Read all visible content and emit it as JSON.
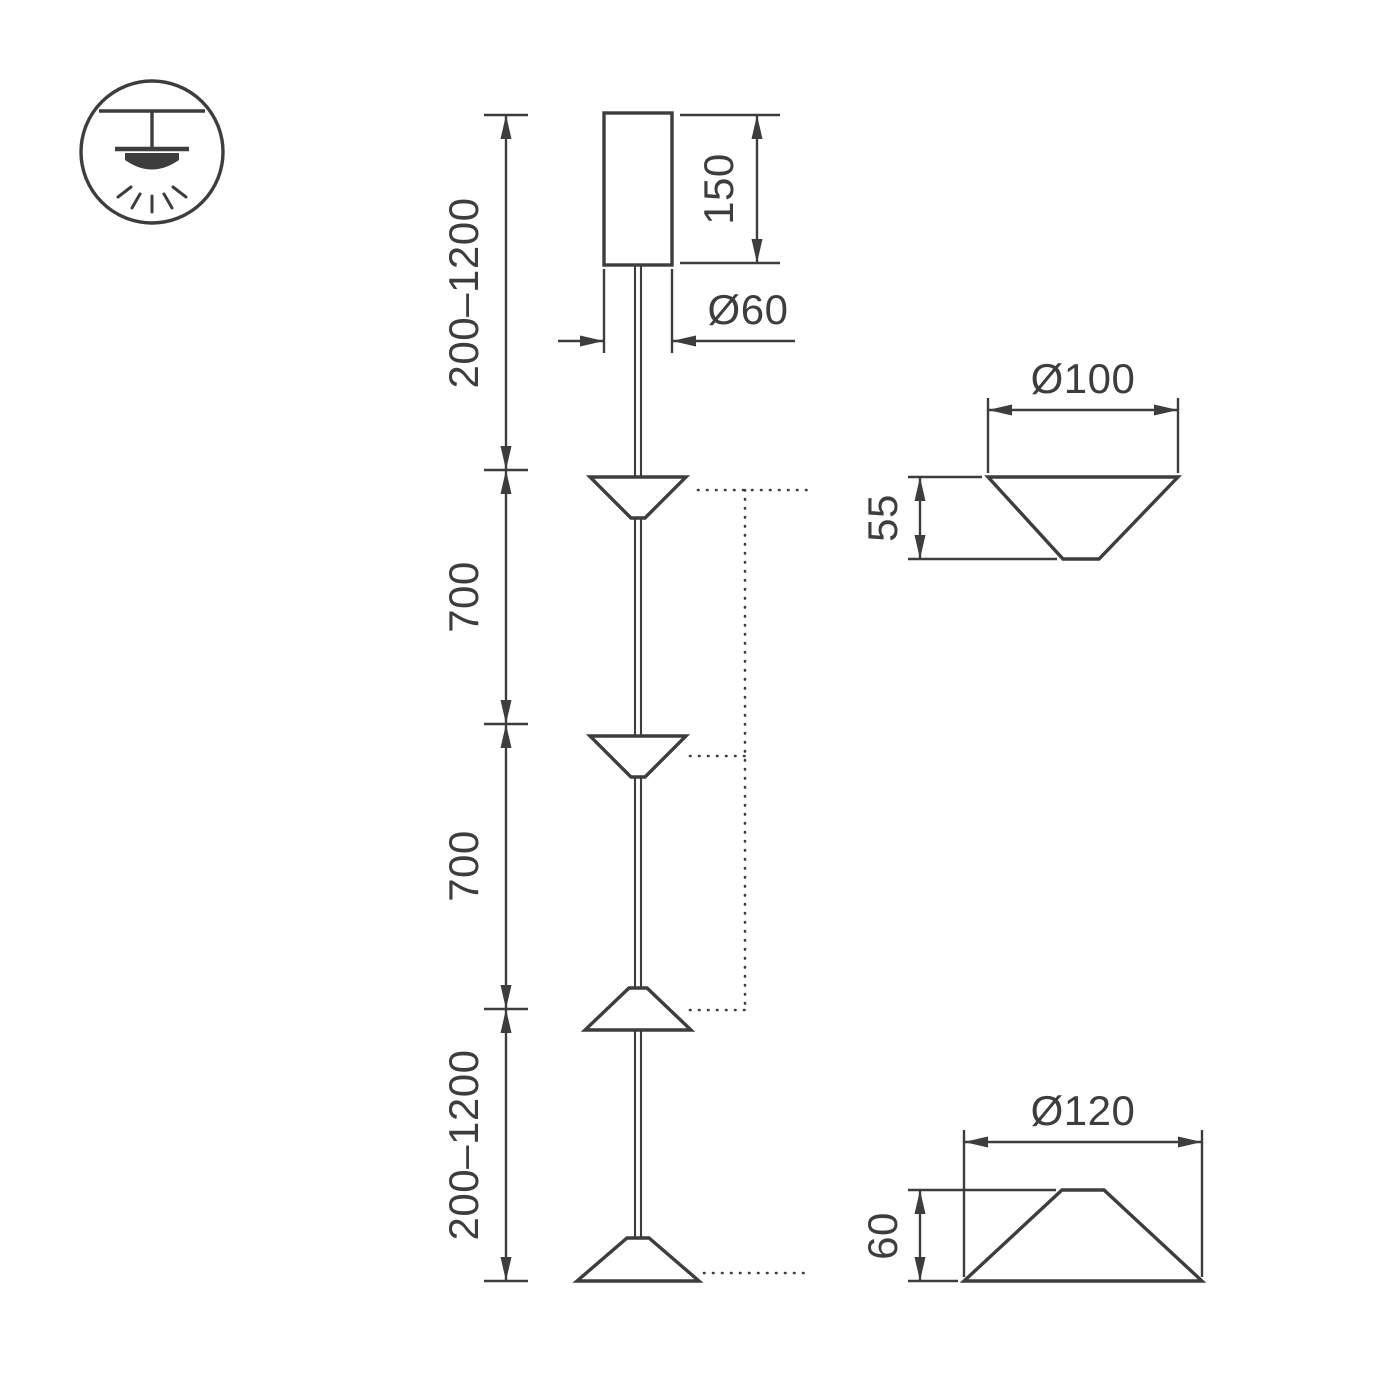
{
  "drawing": {
    "colors": {
      "line": "#3d3d3d",
      "background": "#ffffff"
    },
    "icon": {
      "name": "ceiling-pendant-lamp-symbol"
    },
    "main_view": {
      "suspension_top": "200–1200",
      "canopy_height": "150",
      "canopy_diameter": "Ø60",
      "spacing_1": "700",
      "spacing_2": "700",
      "suspension_bottom": "200–1200"
    },
    "detail_small_cone": {
      "diameter": "Ø100",
      "height": "55"
    },
    "detail_large_cone": {
      "diameter": "Ø120",
      "height": "60"
    }
  }
}
